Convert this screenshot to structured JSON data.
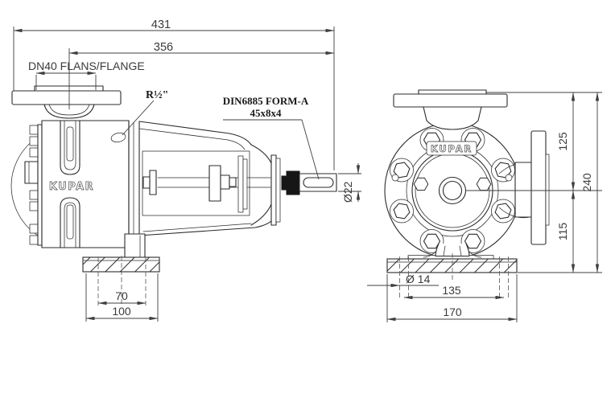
{
  "brand": "KUPAR",
  "labels": {
    "suction_flange": "DN40 FLANS/FLANGE",
    "plug_size": "R½\"",
    "key_standard": "DIN6885 FORM-A",
    "key_size": "45x8x4"
  },
  "dimensions": {
    "overall_length": "431",
    "suction_to_shaft_end": "356",
    "shaft_dia": "Ø22",
    "upper_height": "125",
    "total_height": "240",
    "lower_height": "115",
    "foot_hole_spacing": "70",
    "foot_width": "100",
    "base_hole_dia": "Ø 14",
    "base_hole_spacing": "135",
    "base_width": "170"
  },
  "colors": {
    "line": "#2b2b2b",
    "dimension": "#3f3f3f",
    "label": "#191919",
    "background": "#ffffff"
  }
}
